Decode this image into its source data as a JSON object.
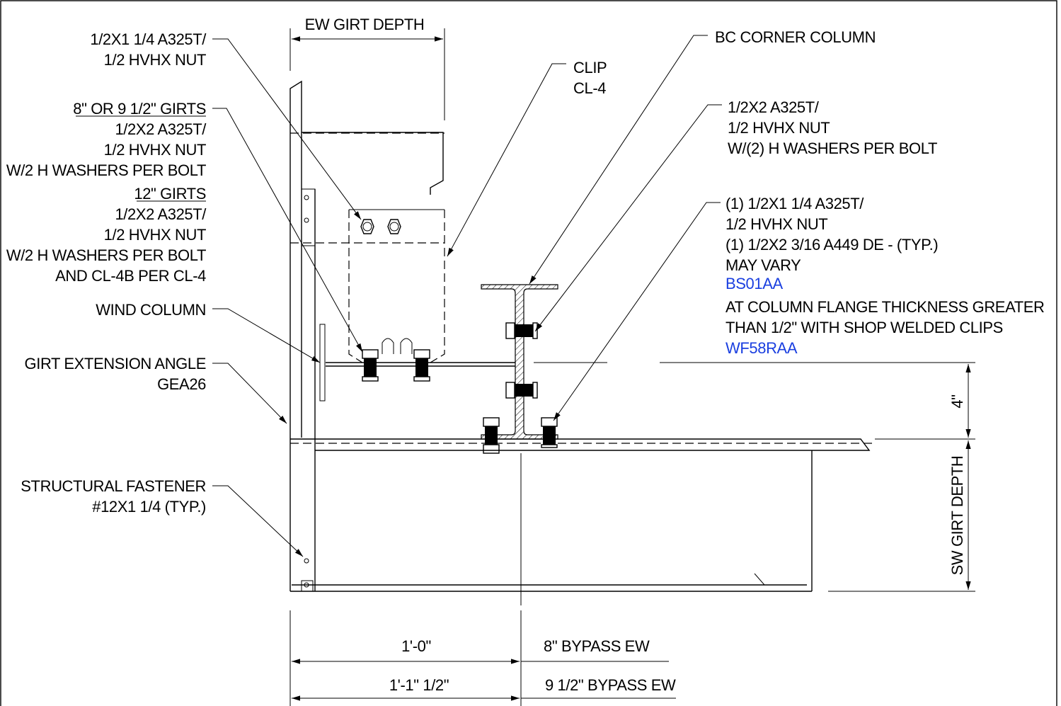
{
  "labels": {
    "bolt_nut_top_line1": "1/2X1 1/4 A325T/",
    "bolt_nut_top_line2": "1/2 HVHX NUT",
    "girts_8_heading": "8\" OR 9 1/2\" GIRTS",
    "girts_8_line1": "1/2X2 A325T/",
    "girts_8_line2": "1/2 HVHX NUT",
    "girts_8_line3": "W/2 H WASHERS PER BOLT",
    "girts_12_heading": "12\" GIRTS",
    "girts_12_line1": "1/2X2 A325T/",
    "girts_12_line2": "1/2 HVHX NUT",
    "girts_12_line3": "W/2 H WASHERS PER BOLT",
    "girts_12_line4": "AND CL-4B PER CL-4",
    "wind_column": "WIND COLUMN",
    "girt_ext_line1": "GIRT EXTENSION ANGLE",
    "girt_ext_line2": "GEA26",
    "fastener_line1": "STRUCTURAL FASTENER",
    "fastener_line2": "#12X1 1/4 (TYP.)",
    "ew_girt_depth": "EW GIRT DEPTH",
    "clip_line1": "CLIP",
    "clip_line2": "CL-4",
    "bc_corner_column": "BC CORNER COLUMN",
    "bolt_2_line1": "1/2X2 A325T/",
    "bolt_2_line2": "1/2 HVHX NUT",
    "bolt_2_line3": "W/(2) H WASHERS PER BOLT",
    "typ_line1": "(1) 1/2X1 1/4 A325T/",
    "typ_line2": "1/2 HVHX NUT",
    "typ_line3": "(1) 1/2X2 3/16 A449 DE - (TYP.)",
    "typ_line4": "MAY VARY",
    "typ_ref1": "BS01AA",
    "flange_line1": "AT COLUMN FLANGE THICKNESS GREATER",
    "flange_line2": "THAN 1/2\" WITH SHOP WELDED CLIPS",
    "flange_ref": "WF58RAA",
    "dim_4": "4\"",
    "sw_girt_depth": "SW GIRT DEPTH",
    "dim_1_0": "1'-0\"",
    "bypass_8": "8\" BYPASS EW",
    "dim_1_1_half": "1'-1\" 1/2\"",
    "bypass_9_half": "9 1/2\" BYPASS EW"
  },
  "colors": {
    "line": "#000000",
    "reference": "#1a3fe0",
    "background": "#ffffff"
  }
}
